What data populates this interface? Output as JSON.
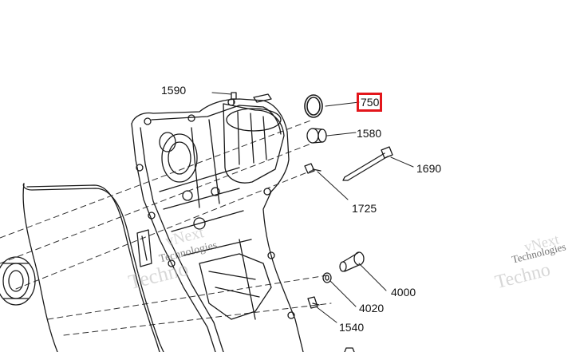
{
  "callouts": {
    "p1590": "1590",
    "p750": "750",
    "p1580": "1580",
    "p1690": "1690",
    "p1725": "1725",
    "p4000": "4000",
    "p4020": "4020",
    "p1540": "1540"
  },
  "highlighted_callout": "750",
  "highlight_color": "#e3161b",
  "watermark": {
    "line1": "vNext",
    "line2": "Technologies",
    "line3": "Techno"
  }
}
